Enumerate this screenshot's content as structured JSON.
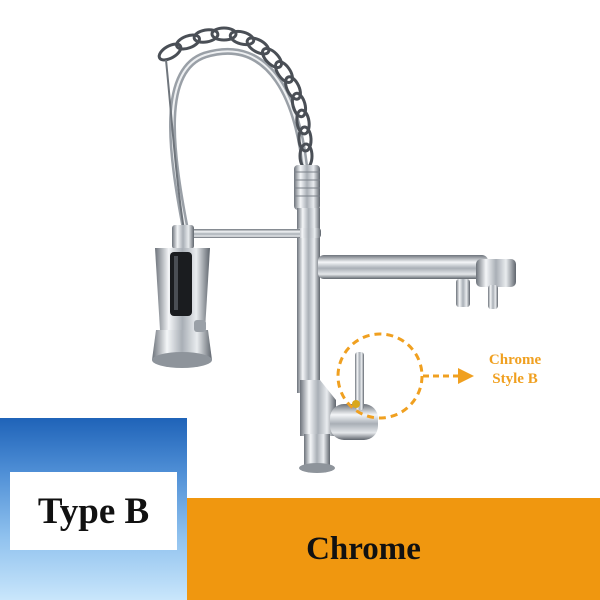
{
  "product": {
    "image_alt": "chrome pull-down kitchen faucet with spring spout and side swivel spout",
    "callout": {
      "line1": "Chrome",
      "line2": "Style B"
    },
    "type_label": "Type B",
    "color_label": "Chrome"
  },
  "colors": {
    "accent": "#f0a020",
    "banner": "#f0970f",
    "type_box_top": "#1f63b8",
    "type_box_bottom": "#c9e6fb",
    "chrome": "#c8ccd2"
  }
}
